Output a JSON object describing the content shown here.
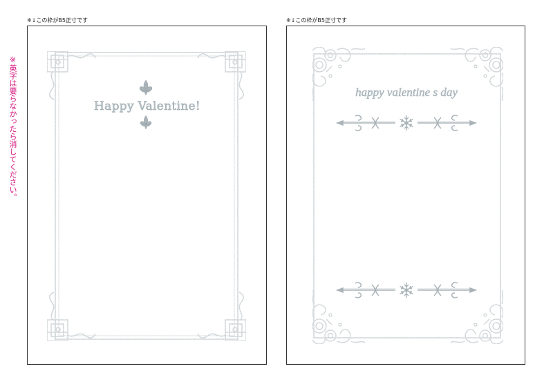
{
  "left_sheet": {
    "caption": "※↓この枠がB5正寸です",
    "heading": "Happy Valentine!"
  },
  "right_sheet": {
    "caption": "※↓この枠がB5正寸です",
    "heading": "happy valentine s day"
  },
  "side_note": "※英字は要らなかったら消してください。",
  "colors": {
    "frame_silver": "#a9b3b8",
    "note_magenta": "#d4157f"
  }
}
